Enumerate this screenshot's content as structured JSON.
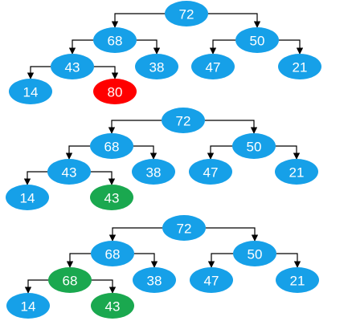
{
  "colors": {
    "node_default": "#16a0e8",
    "node_highlight_red": "#ff0000",
    "node_highlight_green": "#1aa84f",
    "edge": "#000000",
    "label": "#ffffff"
  },
  "trees": [
    {
      "nodes": [
        {
          "id": "r",
          "label": "72",
          "color": "node_default"
        },
        {
          "id": "l",
          "label": "68",
          "color": "node_default"
        },
        {
          "id": "rr",
          "label": "50",
          "color": "node_default"
        },
        {
          "id": "ll",
          "label": "43",
          "color": "node_default"
        },
        {
          "id": "lr",
          "label": "38",
          "color": "node_default"
        },
        {
          "id": "rl",
          "label": "47",
          "color": "node_default"
        },
        {
          "id": "rrr",
          "label": "21",
          "color": "node_default"
        },
        {
          "id": "lll",
          "label": "14",
          "color": "node_default"
        },
        {
          "id": "llr",
          "label": "80",
          "color": "node_highlight_red"
        }
      ]
    },
    {
      "nodes": [
        {
          "id": "r",
          "label": "72",
          "color": "node_default"
        },
        {
          "id": "l",
          "label": "68",
          "color": "node_default"
        },
        {
          "id": "rr",
          "label": "50",
          "color": "node_default"
        },
        {
          "id": "ll",
          "label": "43",
          "color": "node_default"
        },
        {
          "id": "lr",
          "label": "38",
          "color": "node_default"
        },
        {
          "id": "rl",
          "label": "47",
          "color": "node_default"
        },
        {
          "id": "rrr",
          "label": "21",
          "color": "node_default"
        },
        {
          "id": "lll",
          "label": "14",
          "color": "node_default"
        },
        {
          "id": "llr",
          "label": "43",
          "color": "node_highlight_green"
        }
      ]
    },
    {
      "nodes": [
        {
          "id": "r",
          "label": "72",
          "color": "node_default"
        },
        {
          "id": "l",
          "label": "68",
          "color": "node_default"
        },
        {
          "id": "rr",
          "label": "50",
          "color": "node_default"
        },
        {
          "id": "ll",
          "label": "68",
          "color": "node_highlight_green"
        },
        {
          "id": "lr",
          "label": "38",
          "color": "node_default"
        },
        {
          "id": "rl",
          "label": "47",
          "color": "node_default"
        },
        {
          "id": "rrr",
          "label": "21",
          "color": "node_default"
        },
        {
          "id": "lll",
          "label": "14",
          "color": "node_default"
        },
        {
          "id": "llr",
          "label": "43",
          "color": "node_highlight_green"
        }
      ]
    }
  ]
}
